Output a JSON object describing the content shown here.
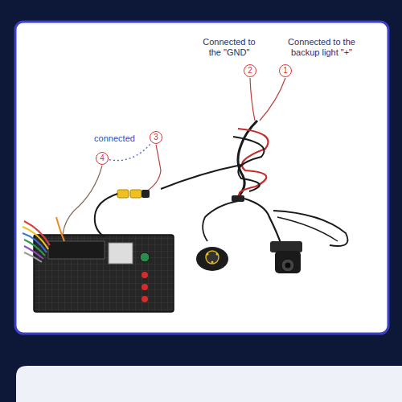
{
  "diagram": {
    "nodes": [
      {
        "text": [
          "Connected to the \"GND\"",
          "2"
        ]
      },
      {
        "text": [
          "Connected to the backup light \"+\"",
          "1"
        ]
      },
      {
        "text": [
          "3"
        ]
      },
      {
        "text": [
          "4"
        ]
      }
    ],
    "edges": [
      {
        "from": 3,
        "to": 2,
        "arrow": "none",
        "label": "connected"
      }
    ]
  }
}
